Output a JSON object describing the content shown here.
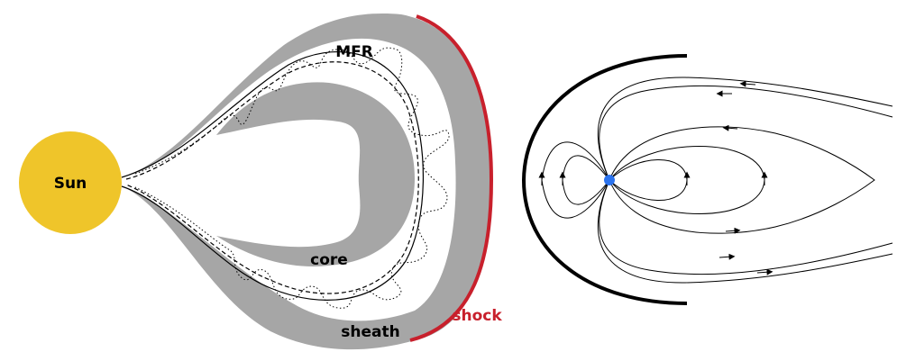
{
  "labels": {
    "sun": "Sun",
    "mfr": "MFR",
    "core": "core",
    "sheath": "sheath",
    "shock": "shock"
  },
  "colors": {
    "sun": "#EFC52A",
    "gray_region": "#A6A6A6",
    "shock": "#C8202C",
    "line": "#000000",
    "planet": "#2B73EE"
  }
}
